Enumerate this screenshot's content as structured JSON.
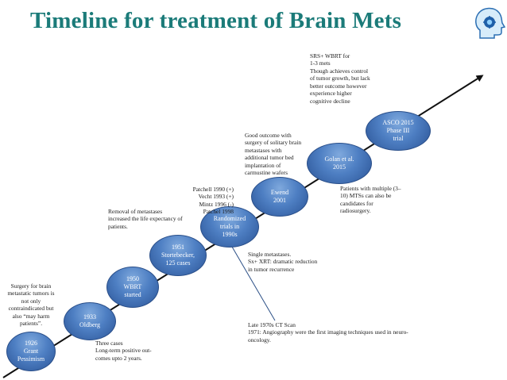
{
  "title": "Timeline for treatment of Brain Mets",
  "nodes": [
    {
      "label": "1926\nGrant\nPessimism"
    },
    {
      "label": "1933\nOldberg"
    },
    {
      "label": "1950\nWBRT\nstarted"
    },
    {
      "label": "1951\nStortebecker,\n125 cases"
    },
    {
      "label": "Randomized\ntrials in\n1990s"
    },
    {
      "label": "Ewend\n2001"
    },
    {
      "label": "Golan et al.\n2015"
    },
    {
      "label": "ASCO 2015\nPhase III\ntrial"
    }
  ],
  "notes": {
    "surgery": "Surgery for brain metastatic tumors is not only contraindicated but also “may harm patients”.",
    "three_cases": "Three cases\nLong-term positive out- comes upto 2 years.",
    "removal": "Removal of metastases increased the life expectancy of patients.",
    "patchell": "Patchell 1990 (+)\nVecht 1993 (+)\nMintz 1996 (-)\nPatchel 1998",
    "single": "Single metastases.\nSx+ XRT: dramatic reduction in tumor recurrence",
    "good_outcome": "Good outcome with surgery of solitary brain metastases with additional tumor bed implantation of carmustine wafers",
    "multiple": "Patients with multiple (3–10) MTSs can also be candidates for radiosurgery.",
    "srs": "SRS+ WBRT for\n1-3 mets\nThough achieves control of tumor growth, but lack better outcome however experience higher cognitive decline",
    "ct_scan": "Late 1970s CT Scan\n1971: Angiography were the first imaging techniques used in neuro-oncology."
  },
  "colors": {
    "title": "#1b7b79",
    "node": "#4e7fc3",
    "line": "#111111"
  },
  "icons": {
    "logo": "head-profile-icon"
  }
}
